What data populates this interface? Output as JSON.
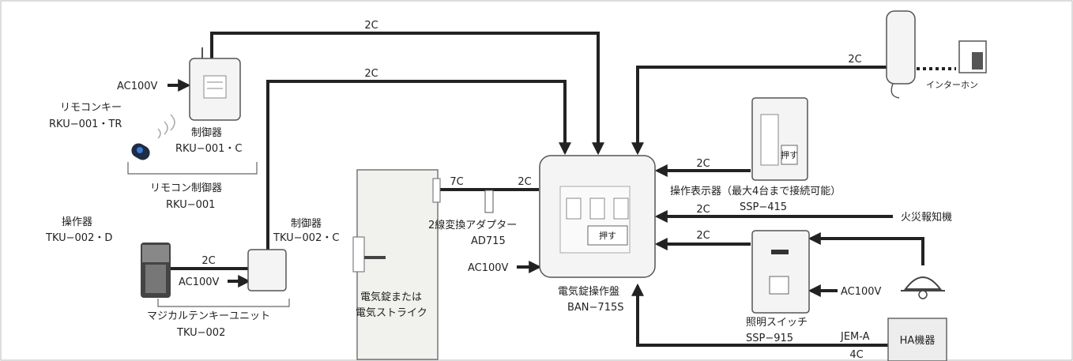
{
  "wire_labels": {
    "top_2c_1": "2C",
    "top_2c_2": "2C",
    "intercom_2c": "2C",
    "display_2c": "2C",
    "fire_2c": "2C",
    "light_2c": "2C",
    "tku_2c": "2C",
    "lock_7c": "7C",
    "adapter_2c": "2C",
    "ha_jema": "JEM-A",
    "ha_4c": "4C"
  },
  "power": {
    "rku": "AC100V",
    "tku": "AC100V",
    "panel": "AC100V",
    "light": "AC100V"
  },
  "devices": {
    "remote_key_name": "リモコンキー",
    "remote_key_model": "RKU−001・TR",
    "rku_controller_name": "制御器",
    "rku_controller_model": "RKU−001・C",
    "rku_group_name": "リモコン制御器",
    "rku_group_model": "RKU−001",
    "tku_operator_name": "操作器",
    "tku_operator_model": "TKU−002・D",
    "tku_controller_name": "制御器",
    "tku_controller_model": "TKU−002・C",
    "tku_group_name": "マジカルテンキーユニット",
    "tku_group_model": "TKU−002",
    "lock_line1": "電気錠または",
    "lock_line2": "電気ストライク",
    "adapter_name": "2線変換アダプター",
    "adapter_model": "AD715",
    "panel_name": "電気錠操作盤",
    "panel_model": "BAN−715S",
    "panel_button": "押す",
    "display_name": "操作表示器（最大4台まで接続可能）",
    "display_model": "SSP−415",
    "display_button": "押す",
    "fire_alarm": "火災報知機",
    "intercom": "インターホン",
    "light_switch_name": "照明スイッチ",
    "light_switch_model": "SSP−915",
    "ha_device": "HA機器"
  }
}
